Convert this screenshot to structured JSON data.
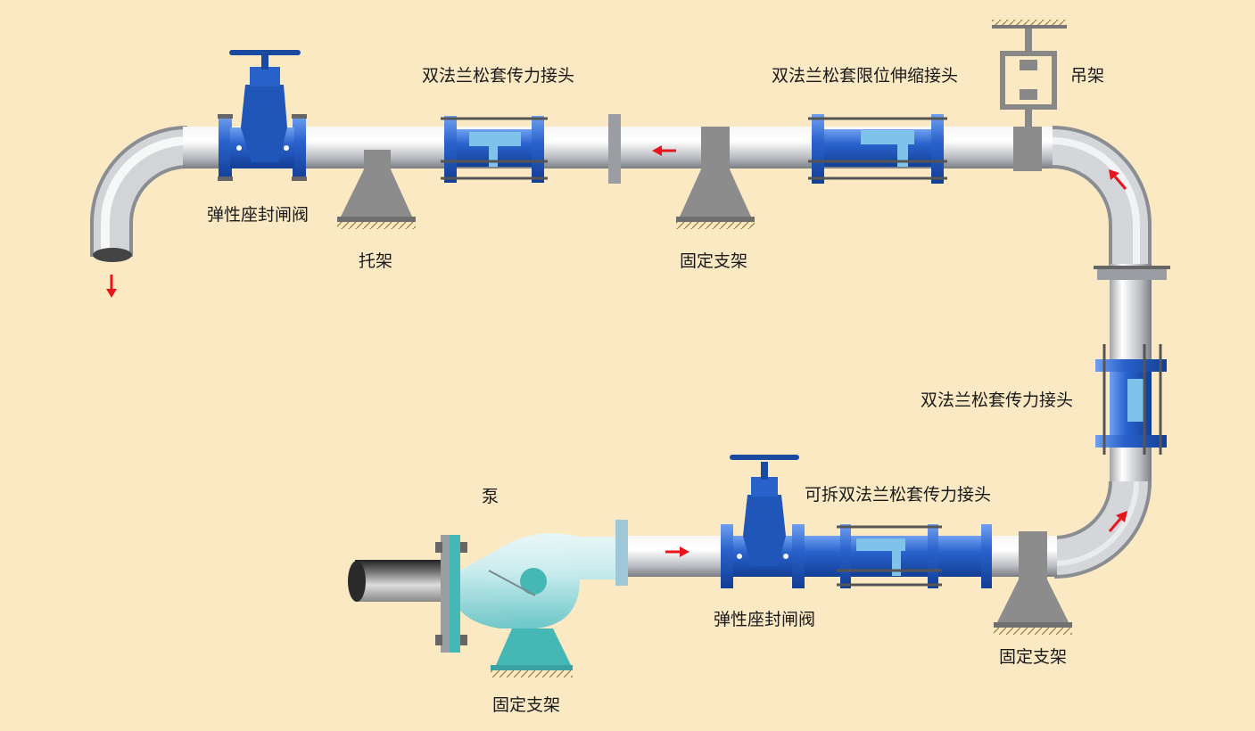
{
  "labels": {
    "gate_valve_top": "弹性座封闸阀",
    "gate_valve_bottom": "弹性座封闸阀",
    "joint_top": "双法兰松套传力接头",
    "limit_joint_top": "双法兰松套限位伸缩接头",
    "hanger": "吊架",
    "support_top": "托架",
    "fixed_support_top": "固定支架",
    "joint_right": "双法兰松套传力接头",
    "detachable_joint": "可拆双法兰松套传力接头",
    "pump": "泵",
    "fixed_support_pump": "固定支架",
    "fixed_support_bottom": "固定支架"
  },
  "colors": {
    "background": "#fbe9c4",
    "pipe": "#c8cbd0",
    "valve_blue": "#1f56b8",
    "joint_light_blue": "#7fc2ea",
    "pump_teal": "#45b8b6",
    "support_gray": "#8c8c8c",
    "flow_arrow": "#e8161b"
  },
  "icons": {
    "flow": "red-arrow-icon",
    "valve": "handwheel-gate-valve-icon"
  }
}
